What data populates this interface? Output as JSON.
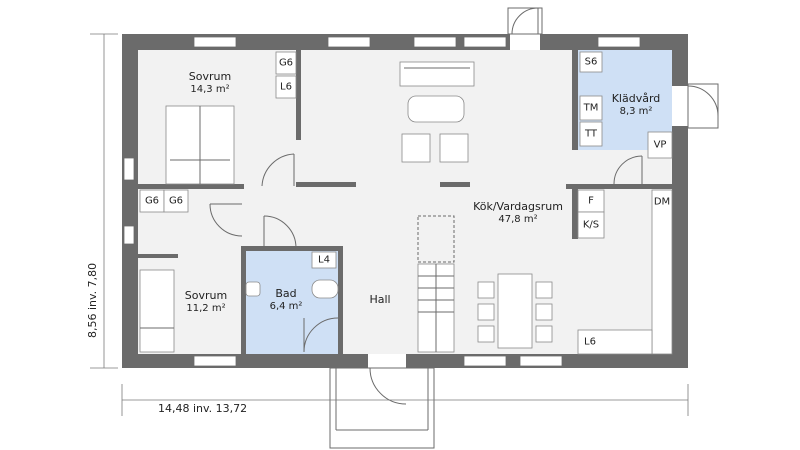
{
  "rooms": {
    "sovrum1": {
      "name": "Sovrum",
      "area": "14,3 m²"
    },
    "sovrum2": {
      "name": "Sovrum",
      "area": "11,2 m²"
    },
    "bad": {
      "name": "Bad",
      "area": "6,4 m²"
    },
    "hall": {
      "name": "Hall"
    },
    "kok": {
      "name": "Kök/Vardagsrum",
      "area": "47,8 m²"
    },
    "kladvard": {
      "name": "Klädvård",
      "area": "8,3 m²"
    }
  },
  "tags": {
    "g6_top": "G6",
    "l6_top": "L6",
    "g6_a": "G6",
    "g6_b": "G6",
    "l4": "L4",
    "s6": "S6",
    "tm": "TM",
    "tt": "TT",
    "vp": "VP",
    "f": "F",
    "ks": "K/S",
    "dm": "DM",
    "l6_bottom": "L6"
  },
  "dimensions": {
    "width": "14,48 inv. 13,72",
    "height": "8,56 inv. 7,80"
  }
}
